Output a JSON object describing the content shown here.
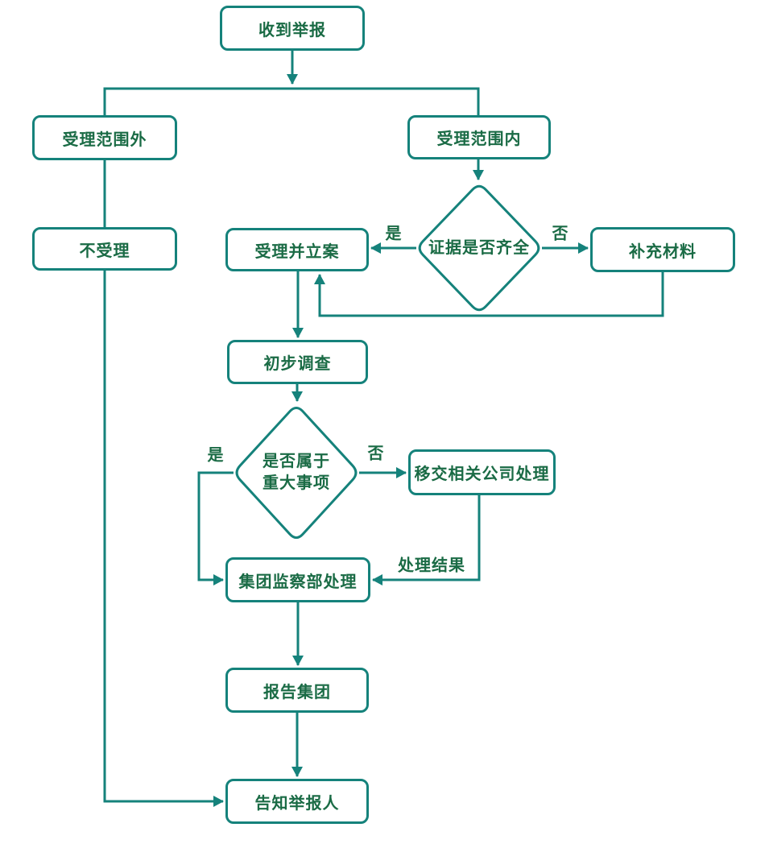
{
  "colors": {
    "line": "#15827B",
    "text": "#1A6B45",
    "background": "#FFFFFF"
  },
  "nodes": {
    "receive": {
      "label": "收到举报"
    },
    "out_of_scope": {
      "label": "受理范围外"
    },
    "in_scope": {
      "label": "受理范围内"
    },
    "not_accept": {
      "label": "不受理"
    },
    "accept_file": {
      "label": "受理并立案"
    },
    "supplement": {
      "label": "补充材料"
    },
    "evidence_decision": {
      "label": "证据是否齐全"
    },
    "preliminary": {
      "label": "初步调查"
    },
    "major_decision": {
      "label_line1": "是否属于",
      "label_line2": "重大事项"
    },
    "transfer": {
      "label": "移交相关公司处理"
    },
    "group_dept": {
      "label": "集团监察部处理"
    },
    "report_group": {
      "label": "报告集团"
    },
    "inform": {
      "label": "告知举报人"
    }
  },
  "edge_labels": {
    "evidence_yes": "是",
    "evidence_no": "否",
    "major_yes": "是",
    "major_no": "否",
    "transfer_result": "处理结果"
  }
}
